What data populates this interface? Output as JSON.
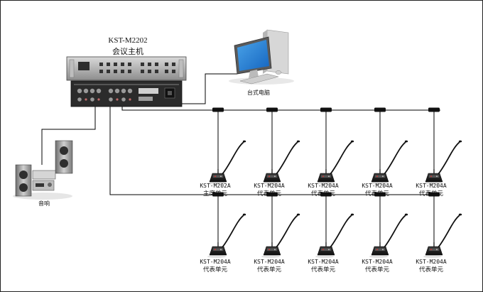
{
  "host": {
    "model": "KST-M2202",
    "name": "会议主机"
  },
  "computer": {
    "label": "台式电脑"
  },
  "speaker": {
    "label": "音响"
  },
  "units_row1": [
    {
      "model": "KST-M202A",
      "role": "主席单元"
    },
    {
      "model": "KST-M204A",
      "role": "代表单元"
    },
    {
      "model": "KST-M204A",
      "role": "代表单元"
    },
    {
      "model": "KST-M204A",
      "role": "代表单元"
    },
    {
      "model": "KST-M204A",
      "role": "代表单元"
    }
  ],
  "units_row2": [
    {
      "model": "KST-M204A",
      "role": "代表单元"
    },
    {
      "model": "KST-M204A",
      "role": "代表单元"
    },
    {
      "model": "KST-M204A",
      "role": "代表单元"
    },
    {
      "model": "KST-M204A",
      "role": "代表单元"
    },
    {
      "model": "KST-M204A",
      "role": "代表单元"
    }
  ]
}
